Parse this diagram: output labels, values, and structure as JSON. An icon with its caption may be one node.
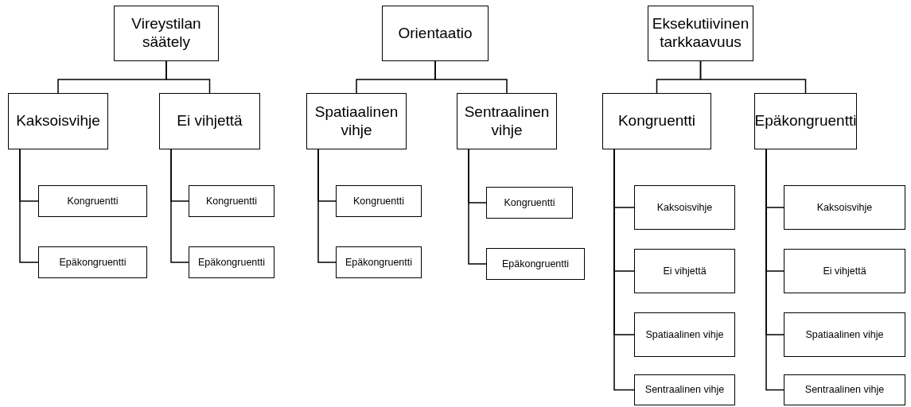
{
  "diagram": {
    "nodes": [
      {
        "text": [
          "Vireystilan säätely"
        ]
      },
      {
        "text": [
          "Kaksoisvihje"
        ]
      },
      {
        "text": [
          "Ei vihjettä"
        ]
      },
      {
        "text": [
          "Kongruentti"
        ]
      },
      {
        "text": [
          "Epäkongruentti"
        ]
      },
      {
        "text": [
          "Kongruentti"
        ]
      },
      {
        "text": [
          "Epäkongruentti"
        ]
      },
      {
        "text": [
          "Orientaatio"
        ]
      },
      {
        "text": [
          "Spatiaalinen vihje"
        ]
      },
      {
        "text": [
          "Sentraalinen vihje"
        ]
      },
      {
        "text": [
          "Kongruentti"
        ]
      },
      {
        "text": [
          "Epäkongruentti"
        ]
      },
      {
        "text": [
          "Kongruentti"
        ]
      },
      {
        "text": [
          "Epäkongruentti"
        ]
      },
      {
        "text": [
          "Eksekutiivinen tarkkaavuus"
        ]
      },
      {
        "text": [
          "Kongruentti"
        ]
      },
      {
        "text": [
          "Epäkongruentti"
        ]
      },
      {
        "text": [
          "Kaksoisvihje"
        ]
      },
      {
        "text": [
          "Ei vihjettä"
        ]
      },
      {
        "text": [
          "Spatiaalinen vihje"
        ]
      },
      {
        "text": [
          "Sentraalinen vihje"
        ]
      },
      {
        "text": [
          "Kaksoisvihje"
        ]
      },
      {
        "text": [
          "Ei vihjettä"
        ]
      },
      {
        "text": [
          "Spatiaalinen vihje"
        ]
      },
      {
        "text": [
          "Sentraalinen vihje"
        ]
      }
    ],
    "edges": [
      {
        "from": 0,
        "to": 1,
        "arrow": "none"
      },
      {
        "from": 0,
        "to": 2,
        "arrow": "none"
      },
      {
        "from": 1,
        "to": 3,
        "arrow": "none"
      },
      {
        "from": 1,
        "to": 4,
        "arrow": "none"
      },
      {
        "from": 2,
        "to": 5,
        "arrow": "none"
      },
      {
        "from": 2,
        "to": 6,
        "arrow": "none"
      },
      {
        "from": 7,
        "to": 8,
        "arrow": "none"
      },
      {
        "from": 7,
        "to": 9,
        "arrow": "none"
      },
      {
        "from": 8,
        "to": 10,
        "arrow": "none"
      },
      {
        "from": 8,
        "to": 11,
        "arrow": "none"
      },
      {
        "from": 9,
        "to": 12,
        "arrow": "none"
      },
      {
        "from": 9,
        "to": 13,
        "arrow": "none"
      },
      {
        "from": 14,
        "to": 15,
        "arrow": "none"
      },
      {
        "from": 14,
        "to": 16,
        "arrow": "none"
      },
      {
        "from": 15,
        "to": 17,
        "arrow": "none"
      },
      {
        "from": 15,
        "to": 18,
        "arrow": "none"
      },
      {
        "from": 15,
        "to": 19,
        "arrow": "none"
      },
      {
        "from": 15,
        "to": 20,
        "arrow": "none"
      },
      {
        "from": 16,
        "to": 21,
        "arrow": "none"
      },
      {
        "from": 16,
        "to": 22,
        "arrow": "none"
      },
      {
        "from": 16,
        "to": 23,
        "arrow": "none"
      },
      {
        "from": 16,
        "to": 24,
        "arrow": "none"
      }
    ]
  }
}
